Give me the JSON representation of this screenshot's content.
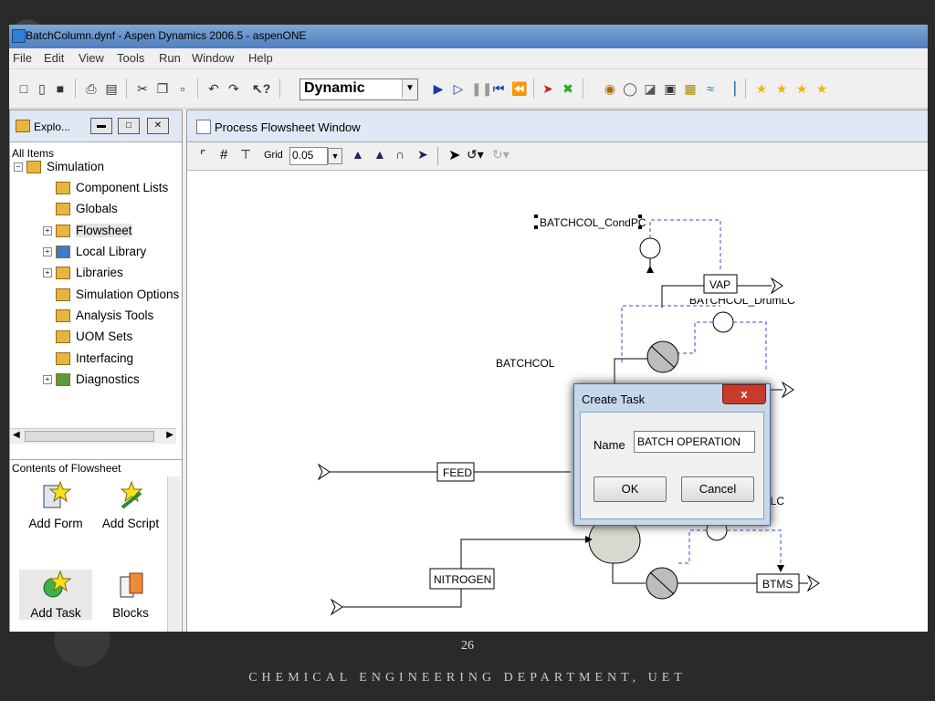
{
  "window": {
    "title": "BatchColumn.dynf - Aspen Dynamics 2006.5 - aspenONE"
  },
  "menu": [
    "File",
    "Edit",
    "View",
    "Tools",
    "Run",
    "Window",
    "Help"
  ],
  "toolbar": {
    "mode_value": "Dynamic"
  },
  "explorer": {
    "title": "Explo...",
    "all_items_label": "All Items",
    "tree": [
      "Simulation",
      "Component Lists",
      "Globals",
      "Flowsheet",
      "Local Library",
      "Libraries",
      "Simulation Options",
      "Analysis Tools",
      "UOM Sets",
      "Interfacing",
      "Diagnostics"
    ],
    "contents_label": "Contents of Flowsheet",
    "contents_items": [
      "Add Form",
      "Add Script",
      "Add Task",
      "Blocks"
    ]
  },
  "flowsheet": {
    "window_title": "Process Flowsheet Window",
    "grid_label": "Grid",
    "grid_value": "0.05",
    "labels": {
      "condpc": "BATCHCOL_CondPC",
      "vap": "VAP",
      "drumlc": "BATCHCOL_DrumLC",
      "batchcol": "BATCHCOL",
      "feed": "FEED",
      "nitrogen": "NITROGEN",
      "btms": "BTMS",
      "lc_partial": "pLC"
    }
  },
  "dialog": {
    "title": "Create Task",
    "close_glyph": "x",
    "name_label": "Name",
    "name_value": "BATCH OPERATION",
    "ok_label": "OK",
    "cancel_label": "Cancel"
  },
  "slide": {
    "page_number": "26",
    "footer": "CHEMICAL ENGINEERING DEPARTMENT, UET"
  }
}
